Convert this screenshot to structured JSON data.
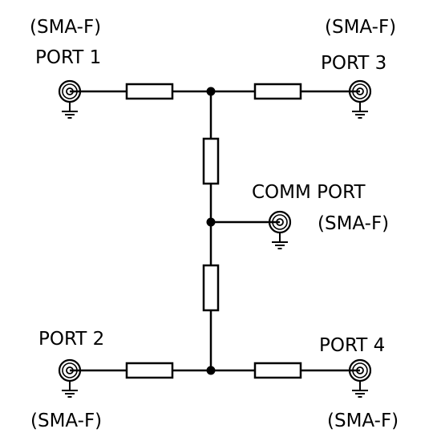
{
  "diagram": {
    "ports": [
      {
        "id": "port1",
        "name": "PORT 1",
        "connector": "(SMA-F)",
        "icon": "sma-connector-icon"
      },
      {
        "id": "port2",
        "name": "PORT 2",
        "connector": "(SMA-F)",
        "icon": "sma-connector-icon"
      },
      {
        "id": "port3",
        "name": "PORT 3",
        "connector": "(SMA-F)",
        "icon": "sma-connector-icon"
      },
      {
        "id": "port4",
        "name": "PORT 4",
        "connector": "(SMA-F)",
        "icon": "sma-connector-icon"
      },
      {
        "id": "comm",
        "name": "COMM PORT",
        "connector": "(SMA-F)",
        "icon": "sma-connector-icon"
      }
    ],
    "ground_icon": "ground-symbol-icon",
    "resistor_icon": "resistor-icon",
    "colors": {
      "line": "#000000",
      "background": "#ffffff"
    }
  }
}
